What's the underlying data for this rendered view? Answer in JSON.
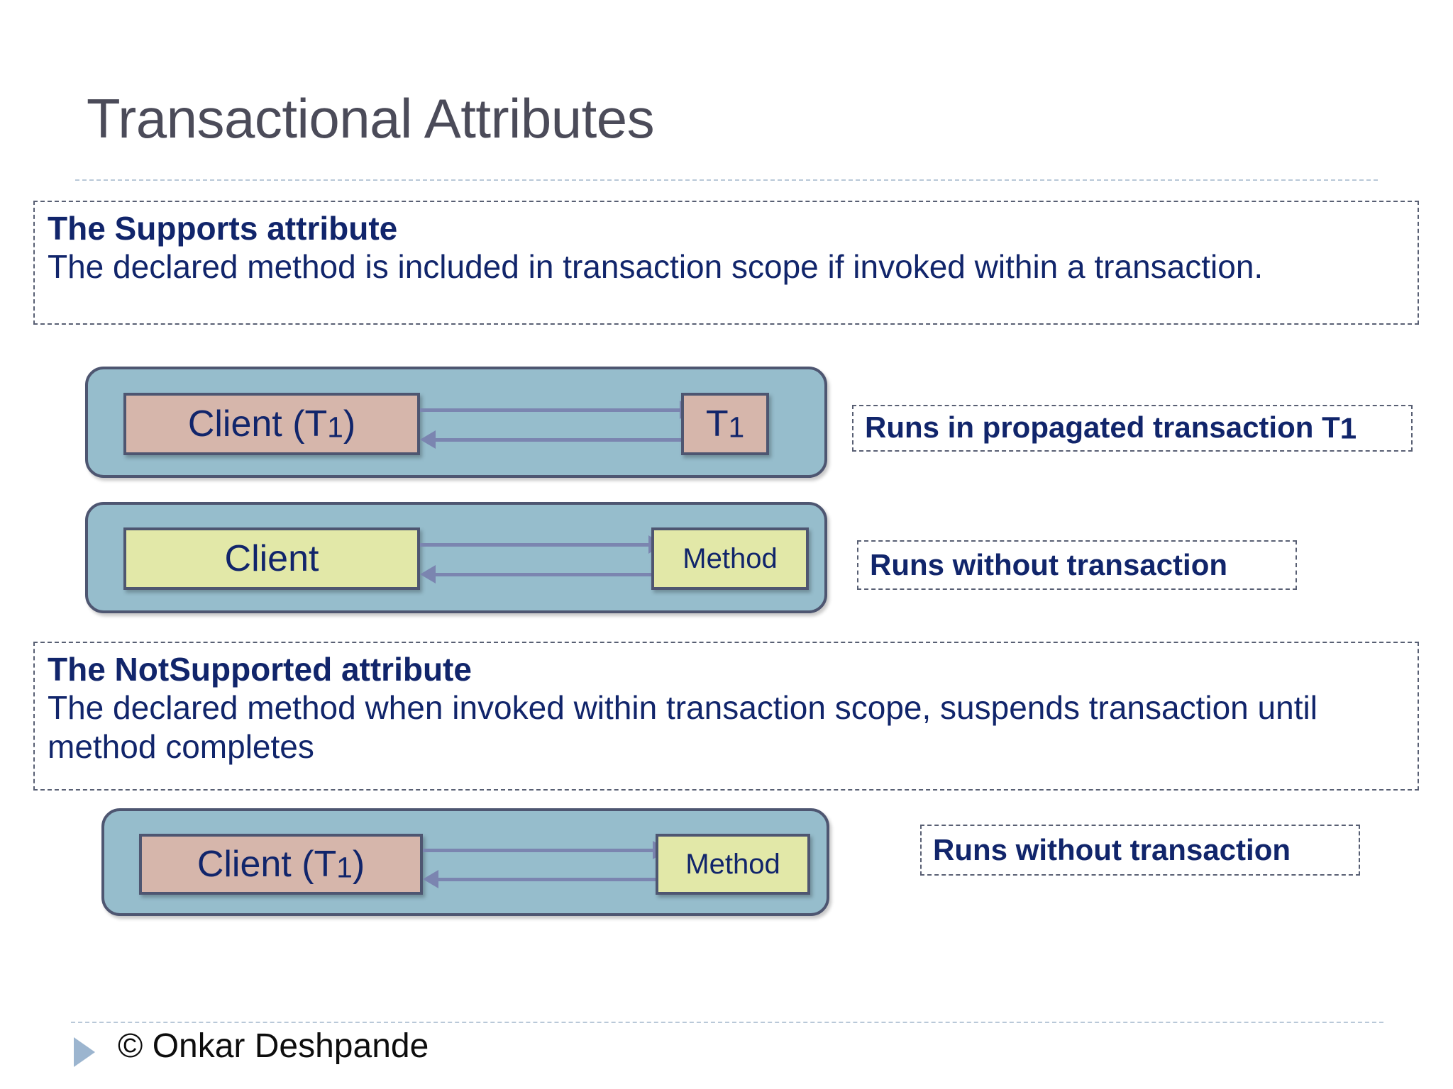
{
  "slide": {
    "title": "Transactional Attributes",
    "title_color": "#4b4b59",
    "accent_color": "#11256b",
    "container_color": "#96bdcc",
    "pink_color": "#d6b6ab",
    "yellow_color": "#e2e8a8",
    "arrow_color": "#7b85b0",
    "border_color": "#4e5671"
  },
  "blocks": [
    {
      "heading": "The Supports attribute",
      "body": "The declared method is included in transaction scope if invoked within a transaction."
    },
    {
      "heading": "The NotSupported attribute",
      "body": "The declared method when invoked within transaction scope, suspends transaction until method completes"
    }
  ],
  "diagrams": [
    {
      "left_label": "Client (T1)",
      "left_fill": "pink",
      "right_label": "T1",
      "right_fill": "pink",
      "callout": "Runs in propagated transaction T1"
    },
    {
      "left_label": "Client",
      "left_fill": "yellow",
      "right_label": "Method",
      "right_fill": "yellow",
      "callout": "Runs without transaction"
    },
    {
      "left_label": "Client (T1)",
      "left_fill": "pink",
      "right_label": "Method",
      "right_fill": "yellow",
      "callout": "Runs without transaction"
    }
  ],
  "footer": {
    "text": "© Onkar Deshpande",
    "bullet": "triangle-bullet"
  }
}
